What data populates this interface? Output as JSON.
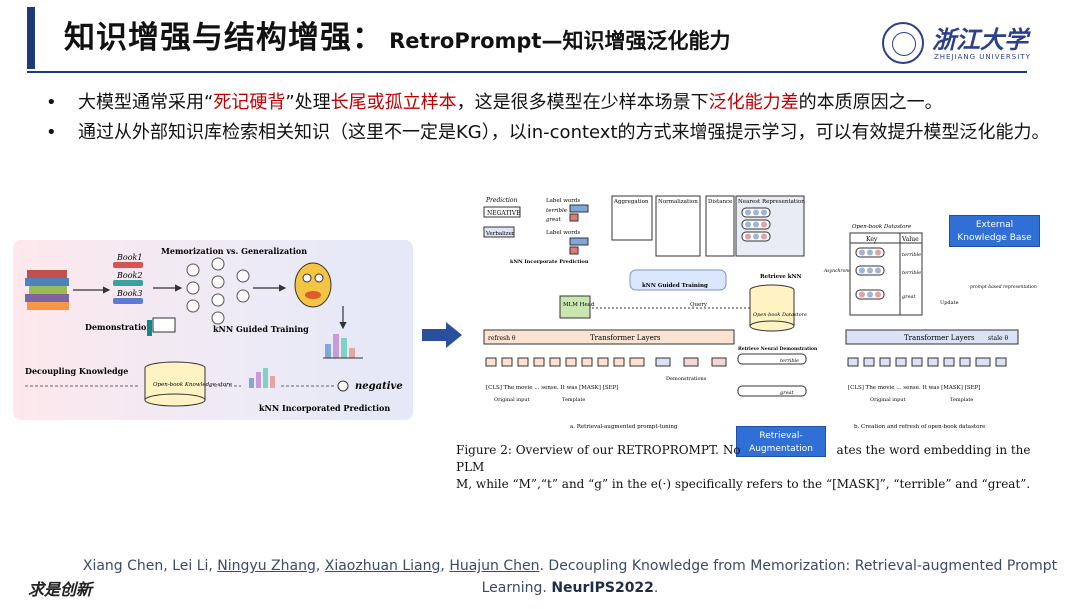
{
  "header": {
    "title_main": "知识增强与结构增强：",
    "title_sub": "RetroPrompt—知识增强泛化能力",
    "logo_cn": "浙江大学",
    "logo_en": "ZHEJIANG UNIVERSITY"
  },
  "bullets": [
    {
      "marker": "•",
      "parts": [
        {
          "text": "大模型通常采用“",
          "red": false
        },
        {
          "text": "死记硬背",
          "red": true
        },
        {
          "text": "”处理",
          "red": false
        },
        {
          "text": "长尾或孤立样本",
          "red": true
        },
        {
          "text": "，这是很多模型在少样本场景下",
          "red": false
        },
        {
          "text": "泛化能力差",
          "red": true
        },
        {
          "text": "的本质原因之一。",
          "red": false
        }
      ]
    },
    {
      "marker": "•",
      "parts": [
        {
          "text": "通过从外部知识库检索相关知识（这里不一定是KG），以in-context的方式来增强提示学习，可以有效提升模型泛化能力。",
          "red": false
        }
      ]
    }
  ],
  "left_figure": {
    "book1": "Book1",
    "book2": "Book2",
    "book3": "Book3",
    "mem_vs_gen": "Memorization vs. Generalization",
    "demonstration": "Demonstration",
    "knn_guided_training": "kNN Guided Training",
    "decoupling_knowledge": "Decoupling Knowledge",
    "open_book": "Open-book Knowledge-store",
    "negative": "negative",
    "knn_incorporated_prediction": "kNN Incorporated Prediction"
  },
  "right_figure": {
    "prediction": "Prediction",
    "negative_label": "NEGATIVE",
    "verbalizer": "Verbalizer",
    "label_words": "Label words",
    "terrible": "terrible",
    "great": "great",
    "aggregation": "Aggregation",
    "normalization": "Normalization",
    "distance": "Distance",
    "nearest_representation": "Nearest Representation",
    "knn_incorporate_prediction": "kNN Incorporate Prediction",
    "knn_guided_training": "kNN Guided Training",
    "retrieve_knn": "Retrieve kNN",
    "mlm_head": "MLM Head",
    "query": "Query",
    "open_book_datastore": "Open-book Datastore",
    "transformer_layers": "Transformer Layers",
    "refresh": "refresh θ",
    "stale": "stale θ",
    "retrieve_neural_demonstration": "Retrieve Neural Demonstration",
    "open_book_datastore_title": "Open-book Datastore",
    "key": "Key",
    "value": "Value",
    "update": "Update",
    "prompt_based_representation": "prompt-based representation",
    "input_left": "[CLS] The movie ... sense. It was [MASK] [SEP]",
    "input_right": "[CLS] The movie ... sense. It was [MASK] [SEP]",
    "original_input": "Original input",
    "template": "Template",
    "demonstrations": "Demonstrations",
    "caption_a": "a. Retrieval-augmented prompt-tuning",
    "caption_b": "b. Creation and refresh of open-book datastore",
    "asynchronously_refresh": "Asynchronously refresh"
  },
  "callouts": {
    "external_kb": "External Knowledge Base",
    "retrieval_aug": "Retrieval-Augmentation"
  },
  "figure_caption": {
    "line1": "Figure 2: Overview of our RETROPROMPT. No",
    "line1_end": "ates the word embedding in the PLM",
    "line2": "M, while “M”,“t” and “g” in the e(·) specifically refers to the “[MASK]”, “terrible” and “great”."
  },
  "citation": {
    "authors": [
      "Xiang Chen",
      "Lei Li",
      "Ningyu Zhang",
      "Xiaozhuan Liang",
      "Huajun Chen"
    ],
    "underlined": [
      false,
      false,
      true,
      true,
      true
    ],
    "title": "Decoupling Knowledge from Memorization: Retrieval-augmented Prompt Learning.",
    "venue": "NeurIPS2022"
  },
  "signature": "求是创新",
  "colors": {
    "accent": "#1f3a7a",
    "red_text": "#c00000",
    "callout": "#2f6fd6"
  }
}
